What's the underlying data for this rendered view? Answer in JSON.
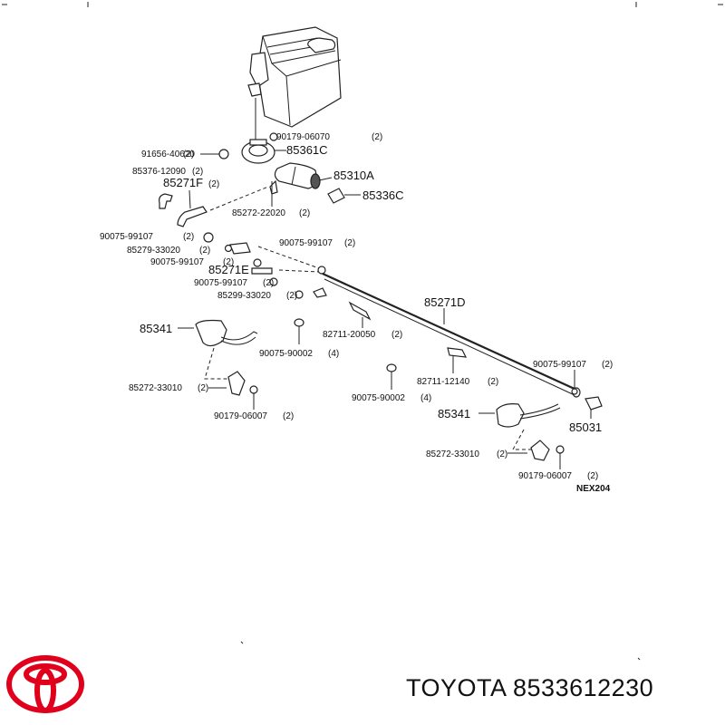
{
  "diagram": {
    "code": "NEX204",
    "labels": {
      "p90179_06070": "90179-06070",
      "p90179_06070_q": "(2)",
      "p91656_40620": "91656-40620",
      "p91656_40620_q": "(2)",
      "p85361C": "85361C",
      "p85376_12090": "85376-12090",
      "p85376_12090_q": "(2)",
      "p85271F": "85271F",
      "p85271F_q": "(2)",
      "p85310A": "85310A",
      "p85336C": "85336C",
      "p85272_22020": "85272-22020",
      "p85272_22020_q": "(2)",
      "p90075_99107_a": "90075-99107",
      "p90075_99107_a_q": "(2)",
      "p85279_33020": "85279-33020",
      "p85279_33020_q": "(2)",
      "p90075_99107_b": "90075-99107",
      "p90075_99107_b_q": "(2)",
      "p90075_99107_c": "90075-99107",
      "p90075_99107_c_q": "(2)",
      "p85271E": "85271E",
      "p90075_99107_d": "90075-99107",
      "p90075_99107_d_q": "(2)",
      "p85299_33020": "85299-33020",
      "p85299_33020_q": "(2)",
      "p85271D": "85271D",
      "p85341_a": "85341",
      "p82711_20050": "82711-20050",
      "p82711_20050_q": "(2)",
      "p90075_90002_a": "90075-90002",
      "p90075_90002_a_q": "(4)",
      "p90075_99107_e": "90075-99107",
      "p90075_99107_e_q": "(2)",
      "p85272_33010_a": "85272-33010",
      "p85272_33010_a_q": "(2)",
      "p90179_06007_a": "90179-06007",
      "p90179_06007_a_q": "(2)",
      "p82711_12140": "82711-12140",
      "p82711_12140_q": "(2)",
      "p90075_90002_b": "90075-90002",
      "p90075_90002_b_q": "(4)",
      "p85341_b": "85341",
      "p85031": "85031",
      "p85272_33010_b": "85272-33010",
      "p85272_33010_b_q": "(2)",
      "p90179_06007_b": "90179-06007",
      "p90179_06007_b_q": "(2)"
    }
  },
  "footer": {
    "brand_text": "TOYOTA 8533612230",
    "logo_icon": "toyota-logo-icon",
    "logo_color": "#e0001b"
  }
}
